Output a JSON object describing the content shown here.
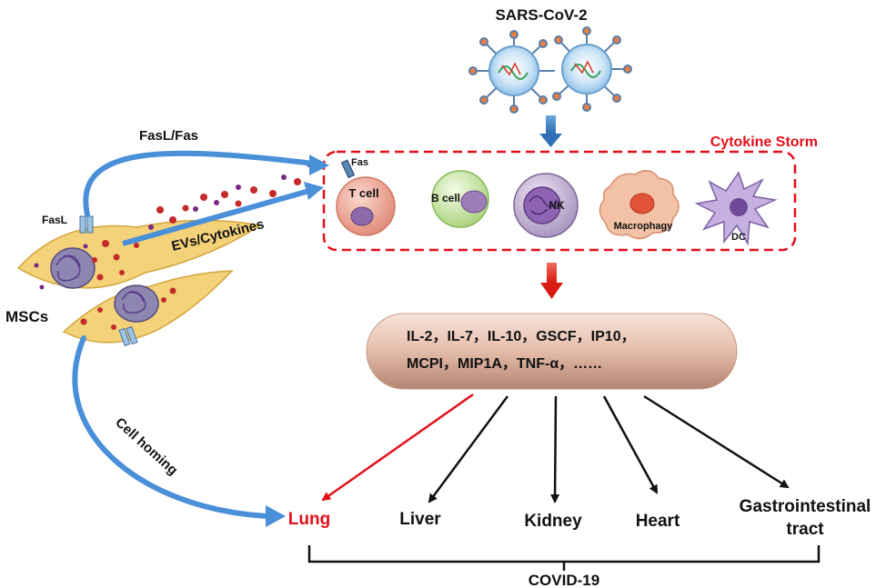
{
  "virus": {
    "label": "SARS-CoV-2"
  },
  "storm": {
    "title": "Cytokine Storm",
    "cells": [
      {
        "label": "T cell"
      },
      {
        "label": "B cell"
      },
      {
        "label": "NK"
      },
      {
        "label": "Macrophagy"
      },
      {
        "label": "DC"
      }
    ],
    "receptor_label": "Fas"
  },
  "mscs": {
    "label": "MSCs",
    "ligand_label": "FasL"
  },
  "arrows": {
    "fasl_fas": "FasL/Fas",
    "evs": "EVs/Cytokines",
    "homing": "Cell homing"
  },
  "cytokines": {
    "line1": "IL-2，IL-7，IL-10，GSCF，IP10，",
    "line2": "MCPI，MIP1A，TNF-α，……"
  },
  "organs": [
    {
      "label": "Lung",
      "highlight": true
    },
    {
      "label": "Liver",
      "highlight": false
    },
    {
      "label": "Kidney",
      "highlight": false
    },
    {
      "label": "Heart",
      "highlight": false
    },
    {
      "label": "Gastrointestinal",
      "label2": "tract",
      "highlight": false
    }
  ],
  "disease": {
    "label": "COVID-19"
  },
  "colors": {
    "accent_red": "#e3101a",
    "arrow_blue": "#4a90d9",
    "cell_yellow": "#f3d27a"
  }
}
